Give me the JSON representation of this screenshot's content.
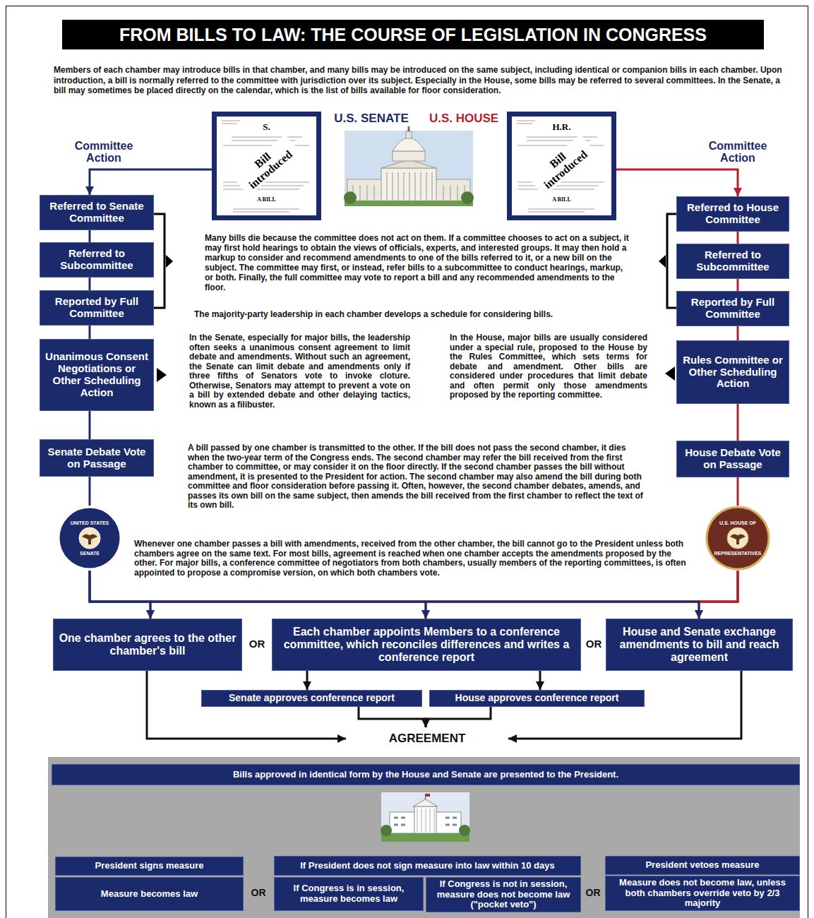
{
  "diagram": {
    "title": "FROM BILLS TO LAW: THE COURSE OF LEGISLATION IN CONGRESS",
    "nodes": [
      {
        "text": [
          "S.",
          "Bill introduced",
          "A BILL"
        ]
      },
      {
        "text": [
          "H.R.",
          "Bill introduced",
          "A BILL"
        ]
      },
      {
        "text": [
          "Referred to Senate Committee"
        ]
      },
      {
        "text": [
          "Referred to House Committee"
        ]
      },
      {
        "text": [
          "Referred to Subcommittee"
        ]
      },
      {
        "text": [
          "Referred to Subcommittee"
        ]
      },
      {
        "text": [
          "Reported by Full Committee"
        ]
      },
      {
        "text": [
          "Reported by Full Committee"
        ]
      },
      {
        "text": [
          "Unanimous Consent Negotiations or Other Scheduling Action"
        ]
      },
      {
        "text": [
          "Rules Committee or Other Scheduling Action"
        ]
      },
      {
        "text": [
          "Senate Debate Vote on Passage"
        ]
      },
      {
        "text": [
          "House Debate Vote on Passage"
        ]
      },
      {
        "text": [
          "UNITED STATES",
          "SENATE"
        ]
      },
      {
        "text": [
          "U.S. HOUSE OF",
          "REPRESENTATIVES"
        ]
      },
      {
        "text": [
          "One chamber agrees to the other chamber's bill"
        ]
      },
      {
        "text": [
          "Each chamber appoints Members to a conference committee, which reconciles differences and writes a conference report"
        ]
      },
      {
        "text": [
          "House and Senate exchange amendments to bill and reach agreement"
        ]
      },
      {
        "text": [
          "Senate approves conference report"
        ]
      },
      {
        "text": [
          "House approves conference report"
        ]
      },
      {
        "text": [
          "AGREEMENT"
        ]
      },
      {
        "text": [
          "Bills approved in identical form by the House and Senate are presented to the President."
        ]
      },
      {
        "text": [
          "President signs measure"
        ]
      },
      {
        "text": [
          "Measure becomes law"
        ]
      },
      {
        "text": [
          "If President does not sign measure into law within 10 days"
        ]
      },
      {
        "text": [
          "If Congress is in session, measure becomes law"
        ]
      },
      {
        "text": [
          "If Congress is not in session, measure does not become law (\"pocket veto\")"
        ]
      },
      {
        "text": [
          "President vetoes measure"
        ]
      },
      {
        "text": [
          "Measure does not become law, unless both chambers override veto by 2/3 majority"
        ]
      }
    ],
    "edges": [
      {
        "from": 0,
        "to": 2,
        "arrow": "to",
        "label": "Committee Action"
      },
      {
        "from": 1,
        "to": 3,
        "arrow": "to",
        "label": "Committee Action"
      },
      {
        "from": 2,
        "to": 4,
        "arrow": "none"
      },
      {
        "from": 3,
        "to": 5,
        "arrow": "none"
      },
      {
        "from": 4,
        "to": 6,
        "arrow": "none"
      },
      {
        "from": 5,
        "to": 7,
        "arrow": "none"
      },
      {
        "from": 6,
        "to": 8,
        "arrow": "none"
      },
      {
        "from": 7,
        "to": 9,
        "arrow": "none"
      },
      {
        "from": 8,
        "to": 10,
        "arrow": "none"
      },
      {
        "from": 9,
        "to": 11,
        "arrow": "none"
      },
      {
        "from": 10,
        "to": 12,
        "arrow": "none"
      },
      {
        "from": 11,
        "to": 13,
        "arrow": "none"
      },
      {
        "from": 13,
        "to": 14,
        "arrow": "to"
      },
      {
        "from": 13,
        "to": 15,
        "arrow": "to"
      },
      {
        "from": 13,
        "to": 16,
        "arrow": "to"
      },
      {
        "from": 12,
        "to": 14,
        "arrow": "to"
      },
      {
        "from": 12,
        "to": 15,
        "arrow": "to"
      },
      {
        "from": 12,
        "to": 16,
        "arrow": "to"
      },
      {
        "from": 15,
        "to": 17,
        "arrow": "to"
      },
      {
        "from": 15,
        "to": 18,
        "arrow": "to"
      },
      {
        "from": 17,
        "to": 19,
        "arrow": "to"
      },
      {
        "from": 18,
        "to": 19,
        "arrow": "to"
      },
      {
        "from": 14,
        "to": 19,
        "arrow": "to"
      },
      {
        "from": 16,
        "to": 19,
        "arrow": "to"
      }
    ],
    "labels": [
      "Members of each chamber may introduce bills in that chamber, and many bills may be introduced on the same subject, including identical or companion bills in each chamber. Upon introduction, a bill is normally referred to the committee with jurisdiction over its subject. Especially in the House, some bills may be referred to several committees. In the Senate, a bill may sometimes be placed directly on the calendar, which is the list of bills available for floor consideration.",
      "U.S. SENATE",
      "U.S. HOUSE",
      "Many bills die because the committee does not act on them. If a committee chooses to act on a subject, it may first hold hearings to obtain the views of officials, experts, and interested groups. It may then hold a markup to consider and recommend amendments to one of the bills referred to it, or a new bill on the subject. The committee may first, or instead, refer bills to a subcommittee to conduct hearings, markup, or both. Finally, the full committee may vote to report a bill and any recommended amendments to the floor.",
      "The majority-party leadership in each chamber develops a schedule for considering bills.",
      "In the Senate, especially for major bills, the leadership often seeks a unanimous consent agreement to limit debate and amendments. Without such an agreement, the Senate can limit debate and amendments only if three fifths of Senators vote to invoke cloture. Otherwise, Senators may attempt to prevent a vote on a bill by extended debate and other delaying tactics, known as a filibuster.",
      "In the House, major bills are usually considered under a special rule, proposed to the House by the Rules Committee, which sets terms for debate and amendment. Other bills are considered under procedures that limit debate and often permit only those amendments proposed by the reporting committee.",
      "A bill passed by one chamber is transmitted to the other. If the bill does not pass the second chamber, it dies when the two-year term of the Congress ends. The second chamber may refer the bill received from the first chamber to committee, or may consider it on the floor directly. If the second chamber passes the bill without amendment, it is presented to the President for action. The second chamber may also amend the bill during both committee and floor consideration before passing it. Often, however, the second chamber debates, amends, and passes its own bill on the same subject, then amends the bill received from the first chamber to reflect the text of its own bill.",
      "Whenever one chamber passes a bill with amendments, received from the other chamber, the bill cannot go to the President unless both chambers agree on the same text. For most bills, agreement is reached when one chamber accepts the amendments proposed by the other. For major bills, a conference committee of negotiators from both chambers, usually members of the reporting committees, is often appointed to propose a compromise version, on which both chambers vote.",
      "OR",
      "OR",
      "OR",
      "OR"
    ]
  }
}
